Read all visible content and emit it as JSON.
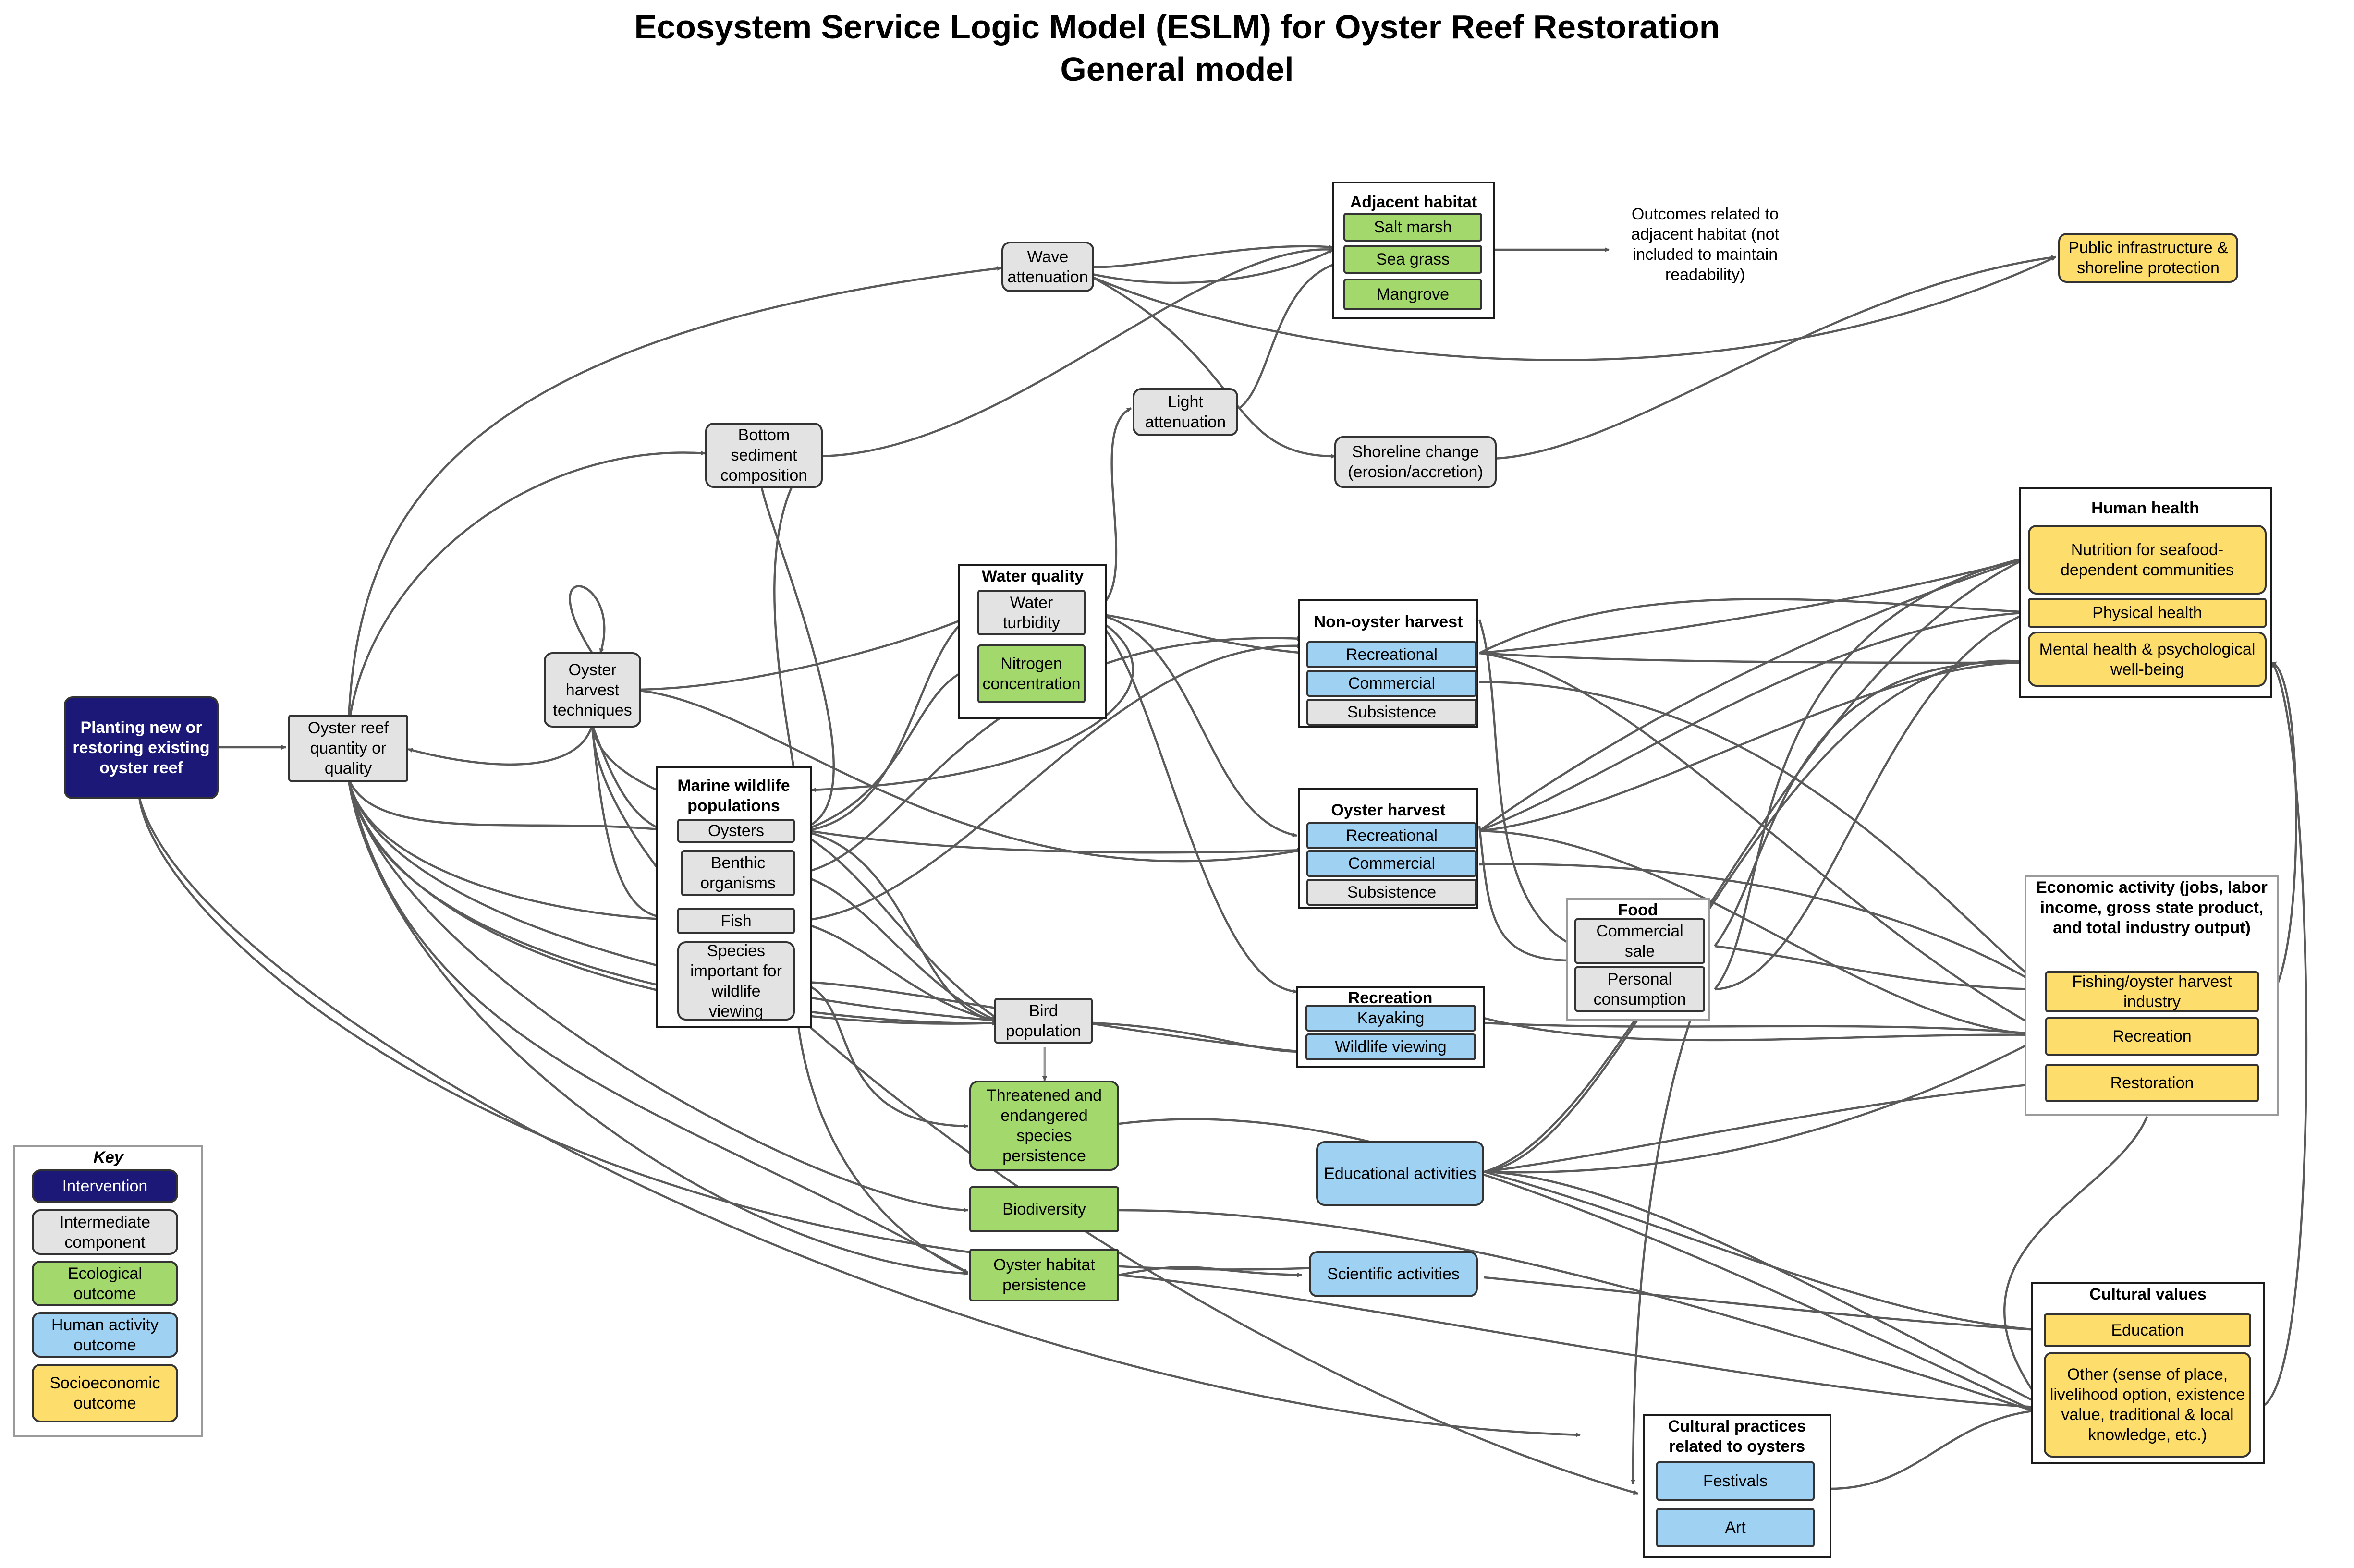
{
  "title": "Ecosystem Service Logic Model (ESLM) for Oyster Reef Restoration",
  "subtitle": "General model",
  "nodes": {
    "planting": "Planting new or restoring existing oyster reef",
    "oyster_reef": "Oyster reef quantity or quality",
    "harvest_tech": "Oyster harvest techniques",
    "bottom_sed": "Bottom sediment composition",
    "wave": "Wave attenuation",
    "light": "Light attenuation",
    "shoreline": "Shoreline change (erosion/accretion)",
    "outcomes_note": "Outcomes related to adjacent habitat (not included to maintain readability)",
    "public_infra": "Public infrastructure & shoreline protection",
    "bird": "Bird population",
    "threatened": "Threatened and endangered species persistence",
    "biodiversity": "Biodiversity",
    "oyster_habitat": "Oyster habitat persistence",
    "educational": "Educational activities",
    "scientific": "Scientific activities"
  },
  "groups": {
    "adjacent": {
      "title": "Adjacent habitat",
      "items": [
        "Salt marsh",
        "Sea grass",
        "Mangrove"
      ]
    },
    "water_quality": {
      "title": "Water quality",
      "items": [
        "Water turbidity",
        "Nitrogen concentration"
      ]
    },
    "marine": {
      "title": "Marine wildlife populations",
      "items": [
        "Oysters",
        "Benthic organisms",
        "Fish",
        "Species important for wildlife viewing"
      ]
    },
    "non_oyster": {
      "title": "Non-oyster harvest",
      "items": [
        "Recreational",
        "Commercial",
        "Subsistence"
      ]
    },
    "oyster_harvest": {
      "title": "Oyster harvest",
      "items": [
        "Recreational",
        "Commercial",
        "Subsistence"
      ]
    },
    "recreation": {
      "title": "Recreation",
      "items": [
        "Kayaking",
        "Wildlife viewing"
      ]
    },
    "food": {
      "title": "Food",
      "items": [
        "Commercial sale",
        "Personal consumption"
      ]
    },
    "human_health": {
      "title": "Human health",
      "items": [
        "Nutrition for seafood-dependent communities",
        "Physical health",
        "Mental health & psychological well-being"
      ]
    },
    "economic": {
      "title": "Economic activity (jobs, labor income, gross state product, and total industry output)",
      "items": [
        "Fishing/oyster harvest industry",
        "Recreation",
        "Restoration"
      ]
    },
    "cultural_values": {
      "title": "Cultural values",
      "items": [
        "Education",
        "Other (sense of place, livelihood option, existence value, traditional & local knowledge, etc.)"
      ]
    },
    "cultural_practices": {
      "title": "Cultural practices related to oysters",
      "items": [
        "Festivals",
        "Art"
      ]
    }
  },
  "key": {
    "title": "Key",
    "items": [
      "Intervention",
      "Intermediate component",
      "Ecological outcome",
      "Human activity outcome",
      "Socioeconomic outcome"
    ]
  },
  "colors": {
    "intervention": "#1c1878",
    "intermediate": "#e3e3e3",
    "ecological": "#a3d86d",
    "human_activity": "#9fd1f3",
    "socioeconomic": "#fddd6b",
    "arrow": "#555555"
  }
}
